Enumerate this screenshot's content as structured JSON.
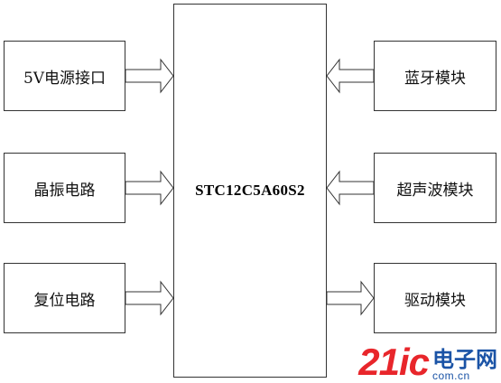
{
  "diagram": {
    "center": "STC12C5A60S2",
    "left_blocks": [
      "5V电源接口",
      "晶振电路",
      "复位电路"
    ],
    "right_blocks": [
      "蓝牙模块",
      "超声波模块",
      "驱动模块"
    ]
  },
  "watermark": {
    "number": "21ic",
    "chinese": "电子网",
    "domain": "com.cn"
  }
}
